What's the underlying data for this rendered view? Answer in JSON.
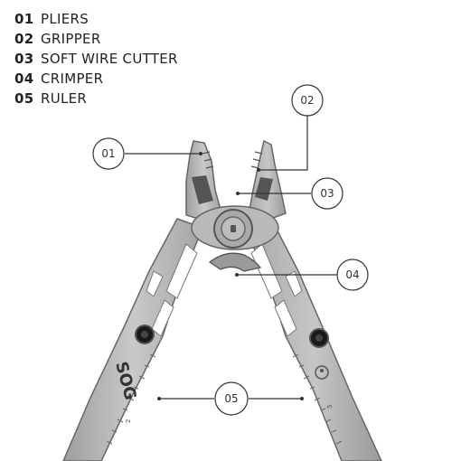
{
  "legend": [
    {
      "number": "01",
      "label": "PLIERS"
    },
    {
      "number": "02",
      "label": "GRIPPER"
    },
    {
      "number": "03",
      "label": "SOFT WIRE CUTTER"
    },
    {
      "number": "04",
      "label": "CRIMPER"
    },
    {
      "number": "05",
      "label": "RULER"
    }
  ],
  "callouts": [
    "01",
    "02",
    "03",
    "04",
    "05"
  ],
  "brand": "SOG",
  "ruler_marks": [
    "2",
    "5"
  ],
  "colors": {
    "tool_steel": "#b3b3b3",
    "tool_dark": "#8a8a8a",
    "outline": "#666666",
    "callout_line": "#333333"
  }
}
